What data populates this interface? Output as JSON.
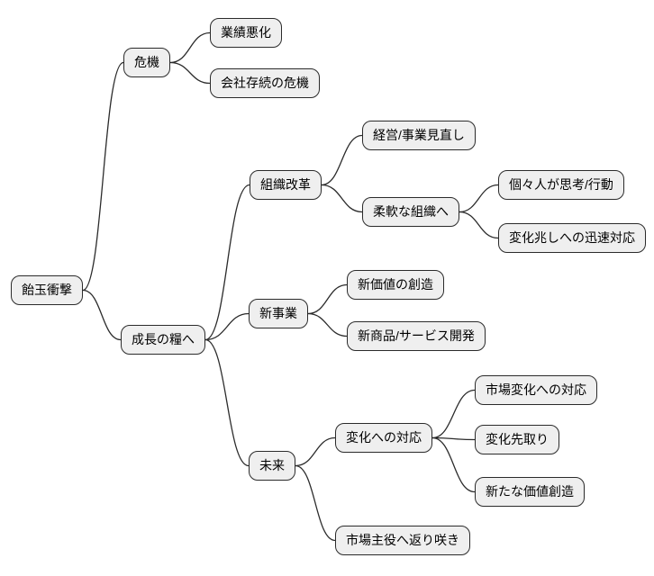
{
  "diagram": {
    "type": "mindmap",
    "root_label": "飴玉衝撃",
    "style": {
      "node_fill": "#efefef",
      "node_border": "#2b2b2b",
      "link_color": "#2b2b2b",
      "text_color": "#000000",
      "background": "#ffffff"
    },
    "nodes": [
      {
        "id": "root",
        "label": "飴玉衝撃",
        "parent": null
      },
      {
        "id": "crisis",
        "label": "危機",
        "parent": "root"
      },
      {
        "id": "performance-decline",
        "label": "業績悪化",
        "parent": "crisis"
      },
      {
        "id": "company-survival-crisis",
        "label": "会社存続の危機",
        "parent": "crisis"
      },
      {
        "id": "growth-nourishment",
        "label": "成長の糧へ",
        "parent": "root"
      },
      {
        "id": "org-reform",
        "label": "組織改革",
        "parent": "growth-nourishment"
      },
      {
        "id": "management-review",
        "label": "経営/事業見直し",
        "parent": "org-reform"
      },
      {
        "id": "flexible-org",
        "label": "柔軟な組織へ",
        "parent": "org-reform"
      },
      {
        "id": "individual-think-act",
        "label": "個々人が思考/行動",
        "parent": "flexible-org"
      },
      {
        "id": "quick-response-signs",
        "label": "変化兆しへの迅速対応",
        "parent": "flexible-org"
      },
      {
        "id": "new-business",
        "label": "新事業",
        "parent": "growth-nourishment"
      },
      {
        "id": "new-value-creation",
        "label": "新価値の創造",
        "parent": "new-business"
      },
      {
        "id": "new-product-service-dev",
        "label": "新商品/サービス開発",
        "parent": "new-business"
      },
      {
        "id": "future",
        "label": "未来",
        "parent": "growth-nourishment"
      },
      {
        "id": "response-to-change",
        "label": "変化への対応",
        "parent": "future"
      },
      {
        "id": "market-change-response",
        "label": "市場変化への対応",
        "parent": "response-to-change"
      },
      {
        "id": "change-anticipation",
        "label": "変化先取り",
        "parent": "response-to-change"
      },
      {
        "id": "new-value-creation-2",
        "label": "新たな価値創造",
        "parent": "response-to-change"
      },
      {
        "id": "market-leader-comeback",
        "label": "市場主役へ返り咲き",
        "parent": "future"
      }
    ]
  }
}
